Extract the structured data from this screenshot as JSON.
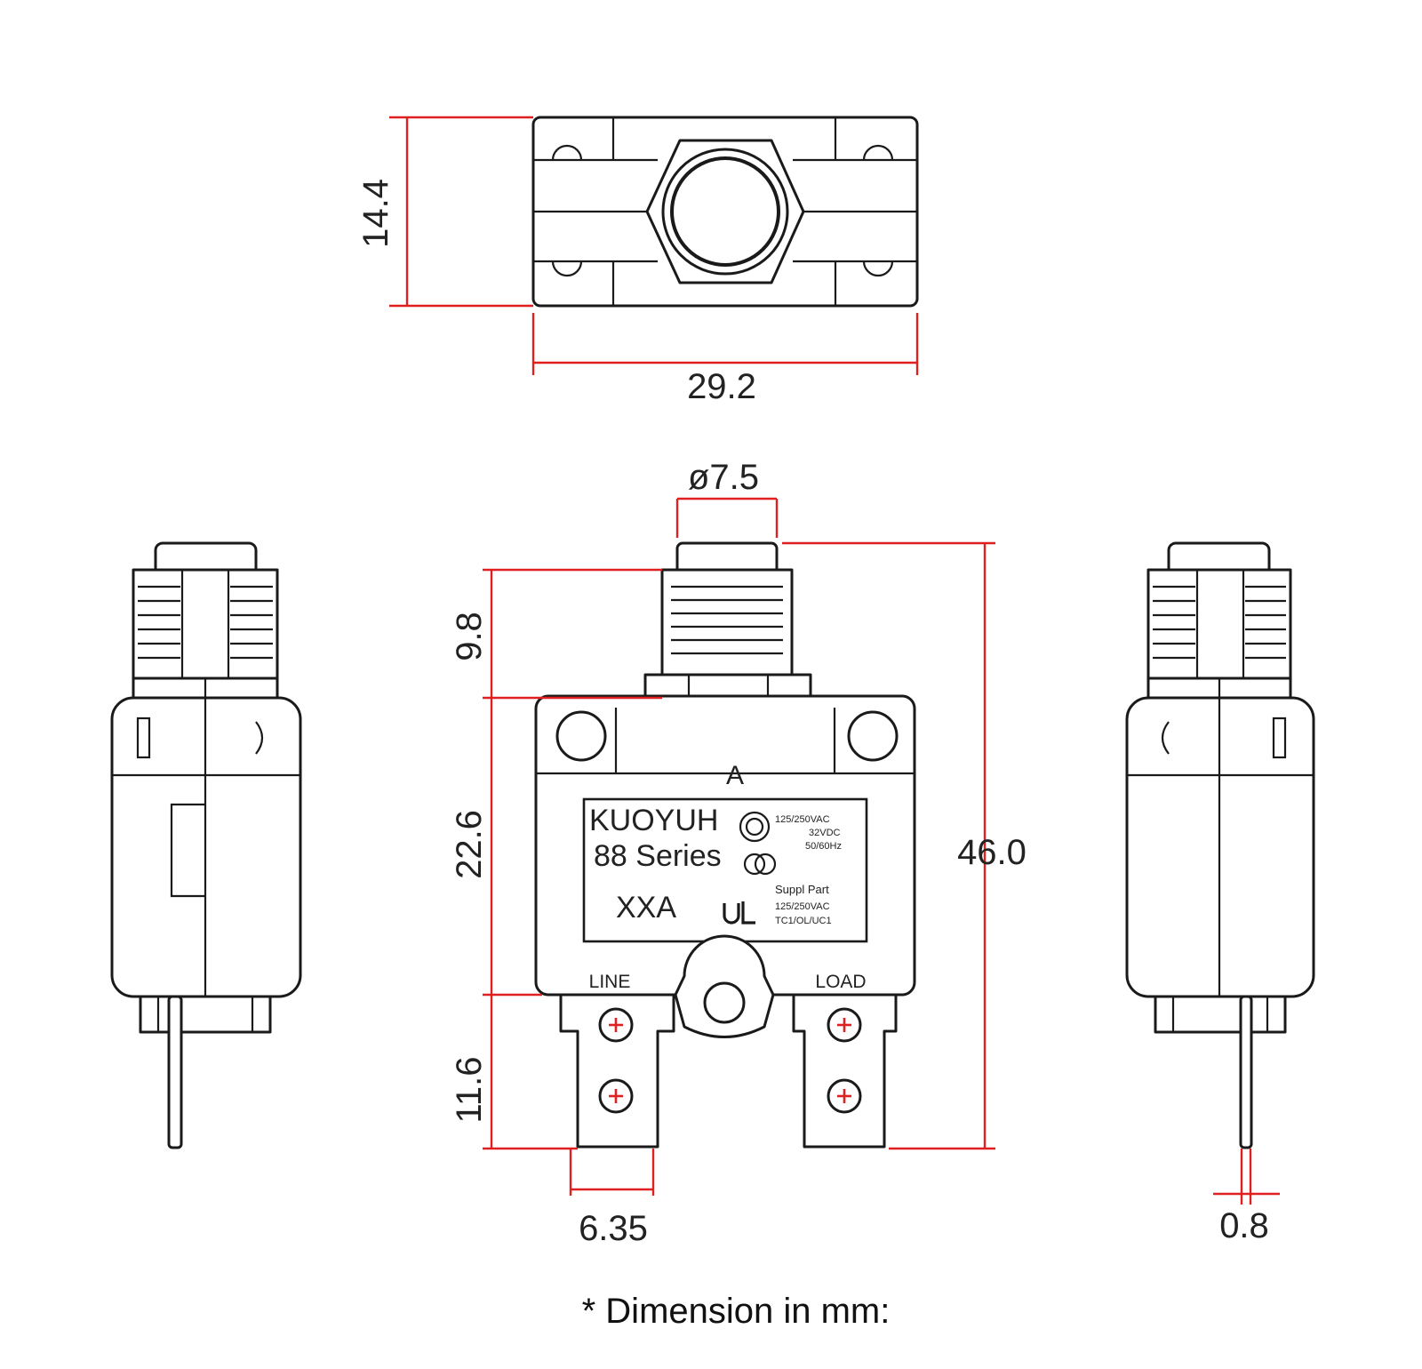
{
  "dimensions": {
    "top_height": "14.4",
    "top_width": "29.2",
    "button_diameter": "ø7.5",
    "button_height": "9.8",
    "body_height": "22.6",
    "terminal_height": "11.6",
    "overall_height": "46.0",
    "terminal_width": "6.35",
    "terminal_thickness": "0.8"
  },
  "label": {
    "marker": "A",
    "brand": "KUOYUH",
    "series": "88 Series",
    "rating": "XXA",
    "spec_line1": "125/250VAC",
    "spec_line2": "32VDC",
    "spec_line3": "50/60Hz",
    "supp_line1": "Suppl Part",
    "supp_line2": "125/250VAC",
    "supp_line3": "TC1/OL/UC1"
  },
  "terminals": {
    "line": "LINE",
    "load": "LOAD"
  },
  "footnote": "* Dimension in mm:",
  "colors": {
    "dimension_line": "#e02020",
    "outline": "#1a1a1a"
  }
}
